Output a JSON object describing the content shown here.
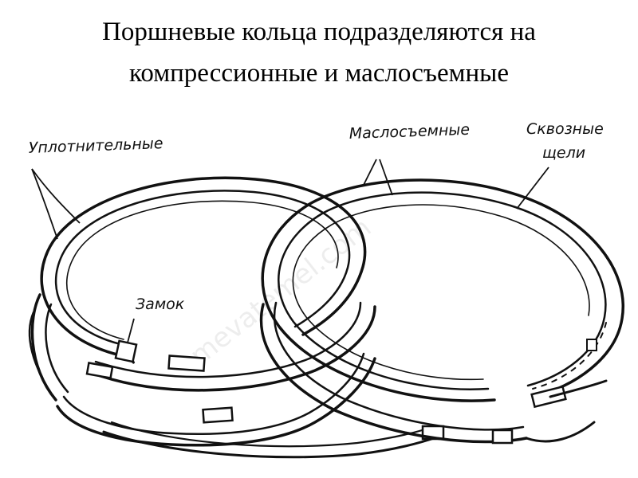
{
  "slide": {
    "title_line1": "Поршневые кольца подразделяются на",
    "title_line2": "компрессионные и маслосъемные"
  },
  "diagram": {
    "labels": {
      "compression": "Уплотнительные",
      "oil_scraper": "Маслосъемные",
      "through_slots_line1": "Сквозные",
      "through_slots_line2": "щели",
      "lock": "Замок"
    },
    "watermark": "mevatemel.com"
  },
  "colors": {
    "ink": "#111111",
    "background": "#ffffff"
  }
}
